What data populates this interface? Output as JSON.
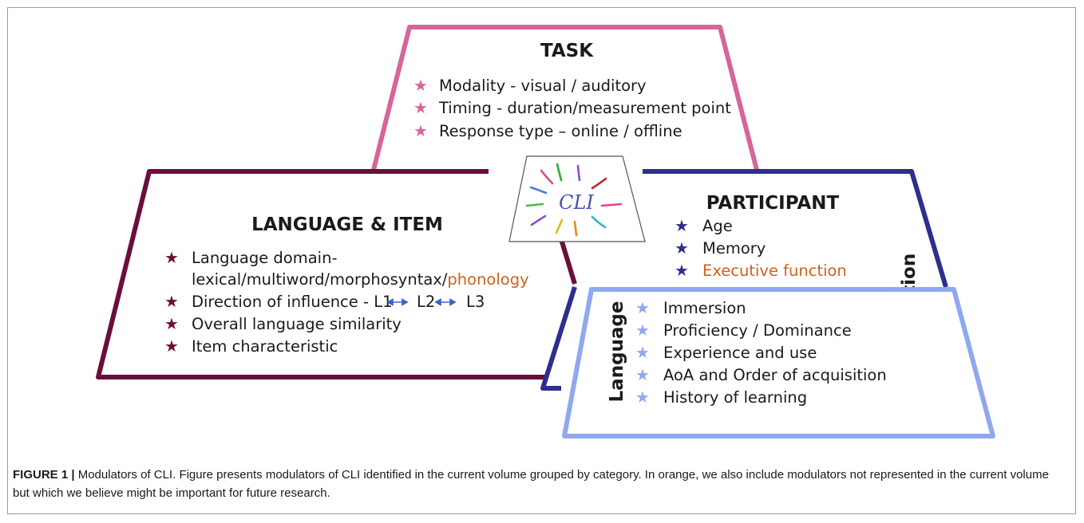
{
  "task": {
    "title": "TASK",
    "items": [
      "Modality - visual / auditory",
      "Timing - duration/measurement point",
      "Response type – online / offline"
    ]
  },
  "language_item": {
    "title": "LANGUAGE & ITEM",
    "domain_line1": "Language domain-",
    "domain_line2": "lexical/multiword/morphosyntax/",
    "domain_orange": "phonology",
    "direction_prefix": "Direction of influence - L1",
    "direction_l2": "L2",
    "direction_l3": "L3",
    "items": [
      "Overall language similarity",
      "Item characteristic"
    ]
  },
  "participant": {
    "title": "PARTICIPANT",
    "cognition_label": "Cognition",
    "cognition_items": [
      "Age",
      "Memory"
    ],
    "cognition_orange": "Executive function",
    "language_label": "Language",
    "language_items": [
      "Immersion",
      "Proficiency / Dominance",
      "Experience and use",
      "AoA and Order of acquisition",
      "History of learning"
    ]
  },
  "center_label": "CLI",
  "caption": {
    "label": "FIGURE 1 |",
    "text": " Modulators of CLI. Figure presents modulators of CLI identified in the current volume grouped by category. In orange, we also include modulators not represented in the current volume but which we believe might be important for future research."
  },
  "colors": {
    "task": "#d4669a",
    "language_item": "#6b0f3a",
    "participant": "#2e2e8e",
    "language_box": "#8fa8ee",
    "orange": "#c8641e"
  }
}
